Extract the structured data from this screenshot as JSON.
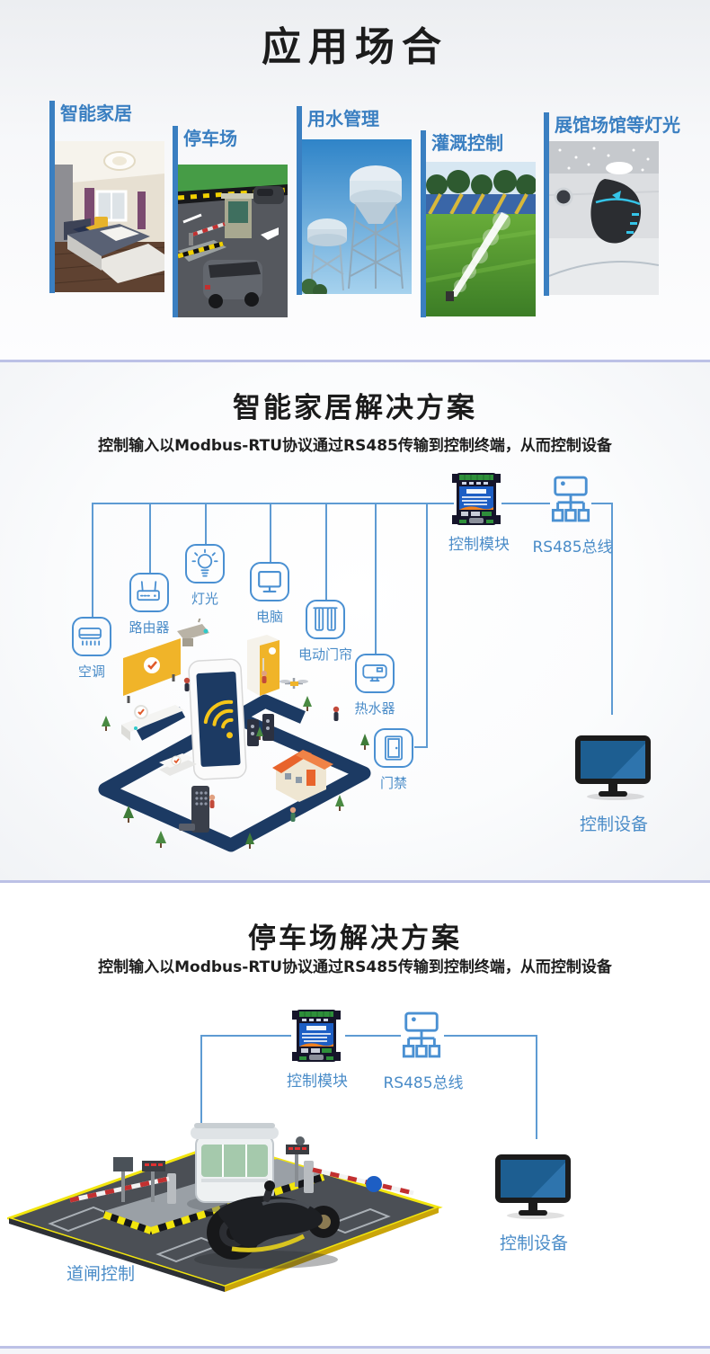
{
  "section1": {
    "title": "应用场合",
    "cards": [
      {
        "label": "智能家居",
        "photo": "smart-home"
      },
      {
        "label": "停车场",
        "photo": "parking-lot"
      },
      {
        "label": "用水管理",
        "photo": "water-management"
      },
      {
        "label": "灌溉控制",
        "photo": "irrigation"
      },
      {
        "label": "展馆场馆等灯光",
        "photo": "exhibition-lighting"
      }
    ]
  },
  "section2": {
    "title": "智能家居解决方案",
    "subtitle": "控制输入以Modbus-RTU协议通过RS485传输到控制终端，从而控制设备",
    "labels": {
      "module": "控制模块",
      "bus": "RS485总线",
      "aircon": "空调",
      "router": "路由器",
      "light": "灯光",
      "computer": "电脑",
      "curtain": "电动门帘",
      "heater": "热水器",
      "door_access": "门禁",
      "device": "控制设备"
    }
  },
  "section3": {
    "title": "停车场解决方案",
    "subtitle": "控制输入以Modbus-RTU协议通过RS485传输到控制终端，从而控制设备",
    "labels": {
      "module": "控制模块",
      "bus": "RS485总线",
      "gate": "道闸控制",
      "device": "控制设备"
    }
  },
  "colors": {
    "card_label_blue": "#3a7fc1",
    "diagram_line_blue": "#5e9bd3",
    "diagram_label_blue": "#4a8cc8",
    "title_black": "#1c1c1c",
    "divider_lavender": "#bcc1e6",
    "scene_navy": "#1c3a63",
    "monitor_screen_blue": "#1d5e91"
  }
}
